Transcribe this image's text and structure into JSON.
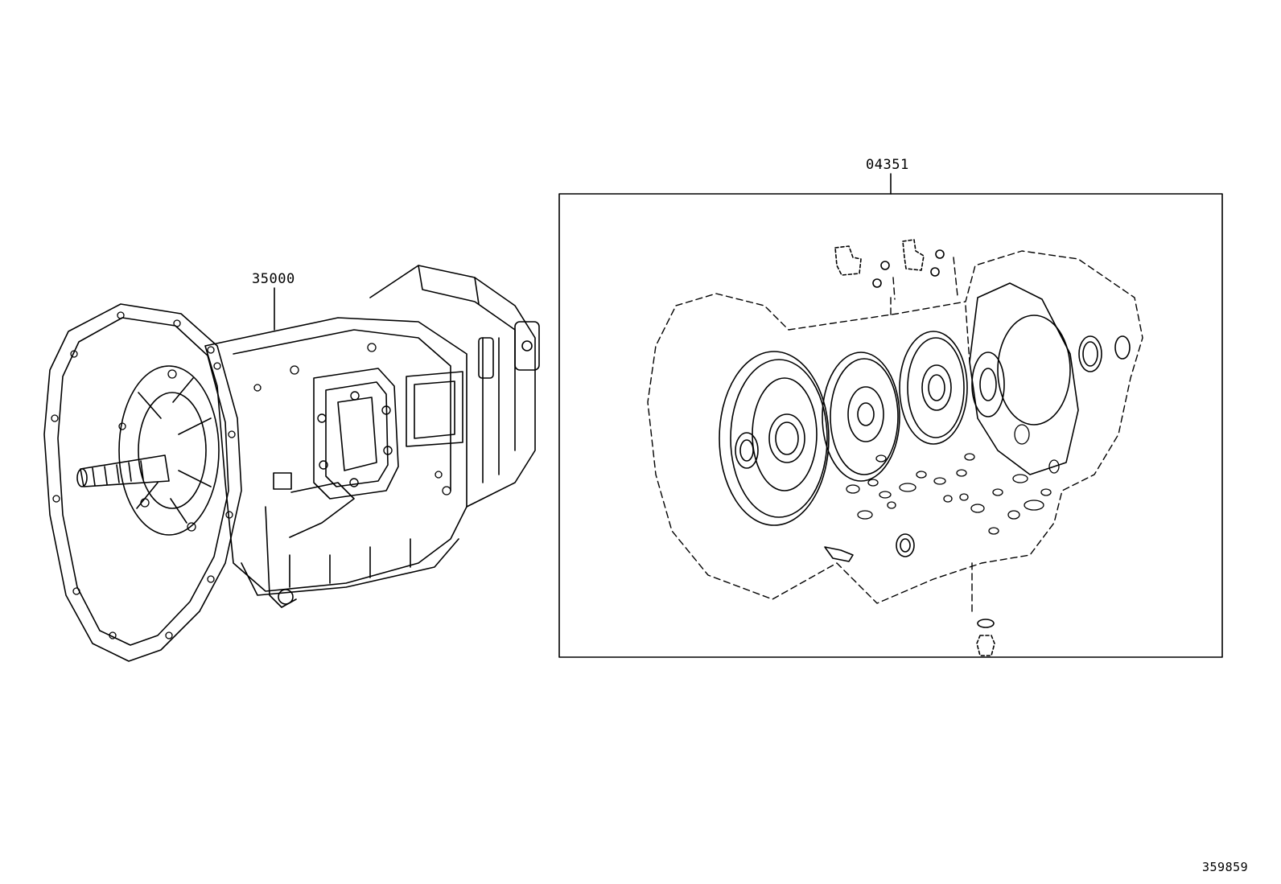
{
  "parts": [
    {
      "number": "35000"
    },
    {
      "number": "04351"
    }
  ],
  "illustration_number": "359859",
  "colors": {
    "line": "#000000",
    "background": "#ffffff"
  }
}
